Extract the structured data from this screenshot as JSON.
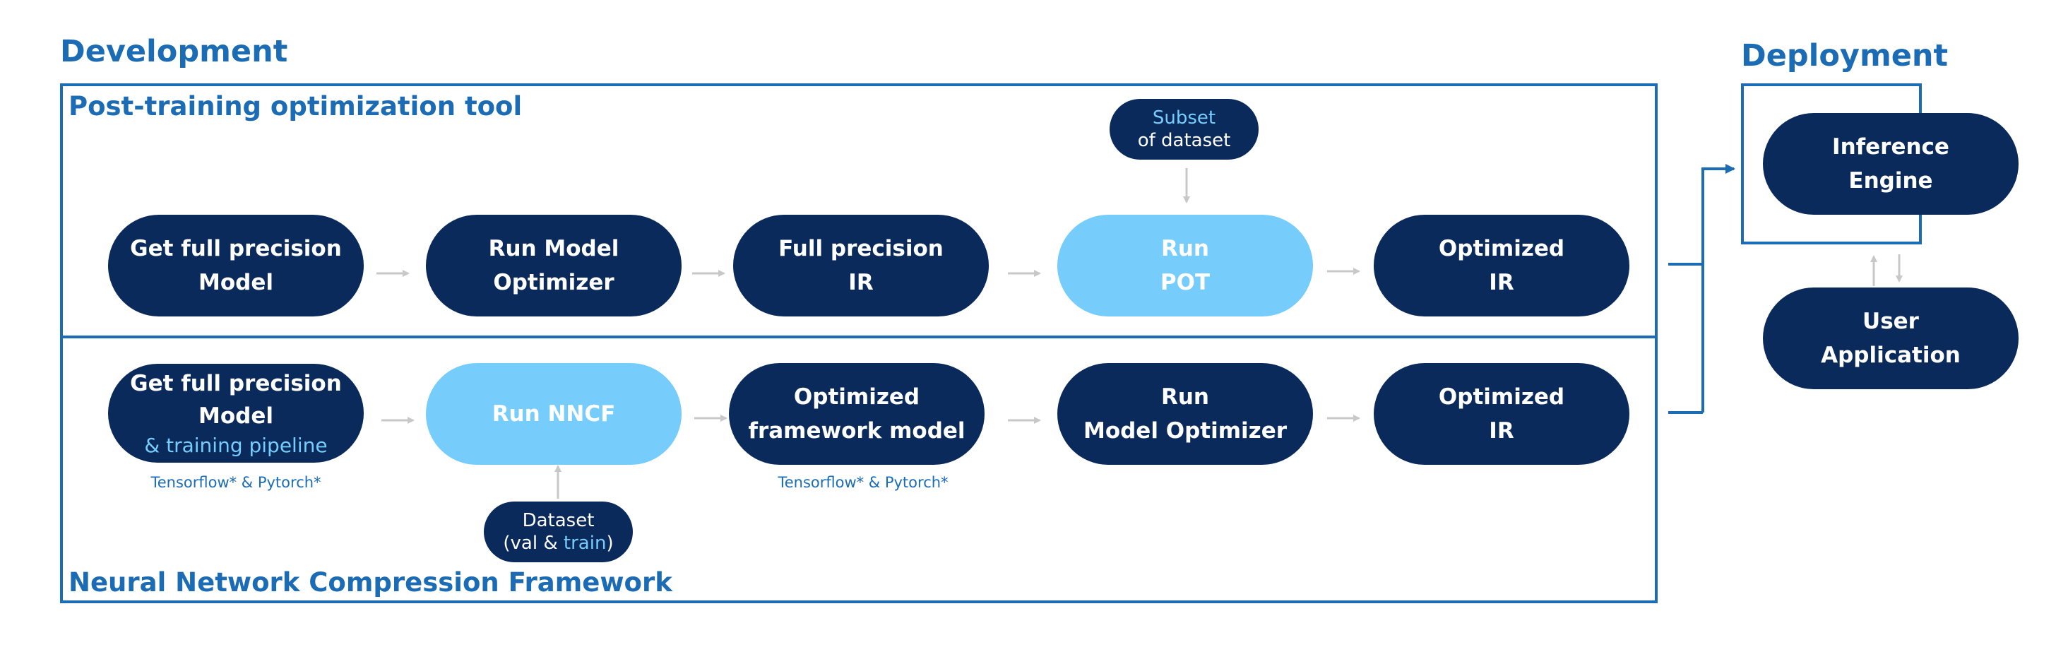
{
  "development": {
    "title": "Development",
    "pot": {
      "title": "Post-training optimization tool",
      "subset": {
        "line1": "Subset",
        "line2": "of dataset"
      },
      "steps": [
        {
          "line1": "Get full precision",
          "line2": "Model"
        },
        {
          "line1": "Run Model",
          "line2": "Optimizer"
        },
        {
          "line1": "Full precision",
          "line2": "IR"
        },
        {
          "line1": "Run",
          "line2": "POT"
        },
        {
          "line1": "Optimized",
          "line2": "IR"
        }
      ]
    },
    "nncf": {
      "title": "Neural Network Compression Framework",
      "steps": [
        {
          "line1": "Get full precision",
          "line2": "Model",
          "line3": "& training pipeline"
        },
        {
          "line1": "Run NNCF"
        },
        {
          "line1": "Optimized",
          "line2": "framework model"
        },
        {
          "line1": "Run",
          "line2": "Model Optimizer"
        },
        {
          "line1": "Optimized",
          "line2": "IR"
        }
      ],
      "notes": [
        "Tensorflow* & Pytorch*",
        "Tensorflow* & Pytorch*"
      ],
      "dataset": {
        "line1": "Dataset",
        "open": "(val & ",
        "train": "train",
        "close": ")"
      }
    }
  },
  "deployment": {
    "title": "Deployment",
    "inference_engine": {
      "line1": "Inference",
      "line2": "Engine"
    },
    "user_application": {
      "line1": "User",
      "line2": "Application"
    }
  },
  "colors": {
    "brand_blue": "#1b6cb5",
    "dark_navy": "#0b2a5c",
    "light_blue": "#76ccfb",
    "arrow_gray": "#c8c8c8"
  }
}
